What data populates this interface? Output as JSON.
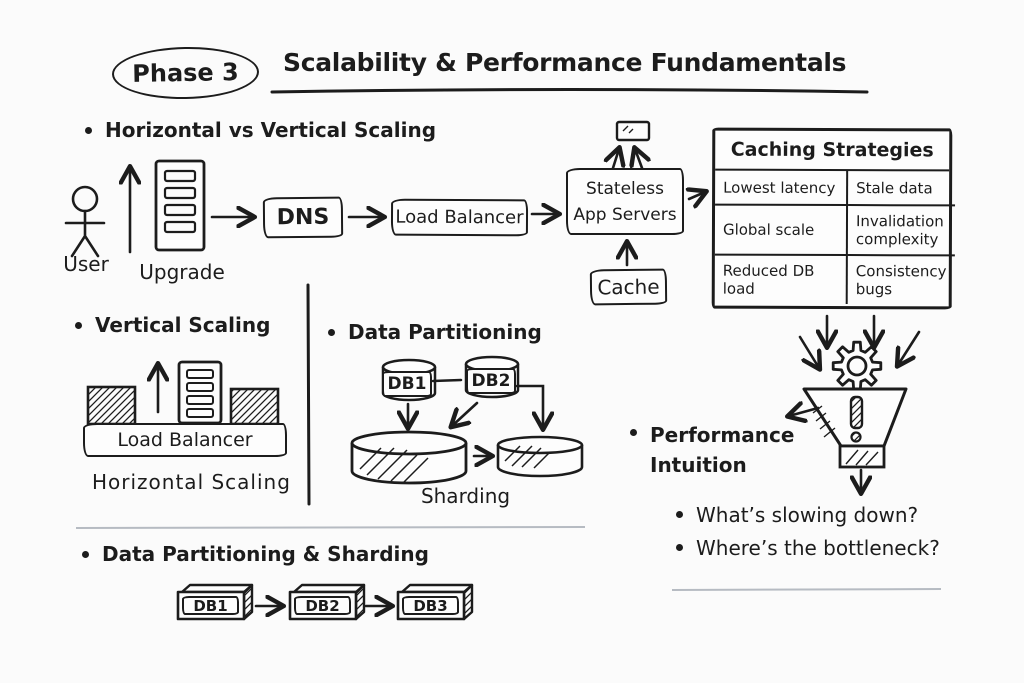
{
  "colors": {
    "ink": "#1c1c1c",
    "background": "#fbfbfb",
    "divider": "#b6bbc2"
  },
  "header": {
    "badge": "Phase 3",
    "title": "Scalability & Performance Fundamentals"
  },
  "scaling_flow": {
    "heading": "Horizontal vs Vertical Scaling",
    "user_label": "User",
    "upgrade_label": "Upgrade",
    "dns": "DNS",
    "load_balancer": "Load Balancer",
    "app_servers_line1": "Stateless",
    "app_servers_line2": "App Servers",
    "cache": "Cache"
  },
  "caching_table": {
    "title": "Caching Strategies",
    "rows": [
      [
        "Lowest latency",
        "Stale data"
      ],
      [
        "Global scale",
        "Invalidation complexity"
      ],
      [
        "Reduced DB load",
        "Consistency bugs"
      ]
    ]
  },
  "vertical_scaling": {
    "heading": "Vertical Scaling",
    "load_balancer": "Load Balancer",
    "caption": "Horizontal Scaling"
  },
  "data_partitioning": {
    "heading": "Data Partitioning",
    "db1": "DB1",
    "db2": "DB2",
    "caption": "Sharding"
  },
  "performance": {
    "heading_line1": "Performance",
    "heading_line2": "Intuition",
    "question1": "What’s slowing down?",
    "question2": "Where’s the bottleneck?"
  },
  "partitioning_sharding": {
    "heading": "Data Partitioning & Sharding",
    "db1": "DB1",
    "db2": "DB2",
    "db3": "DB3"
  }
}
